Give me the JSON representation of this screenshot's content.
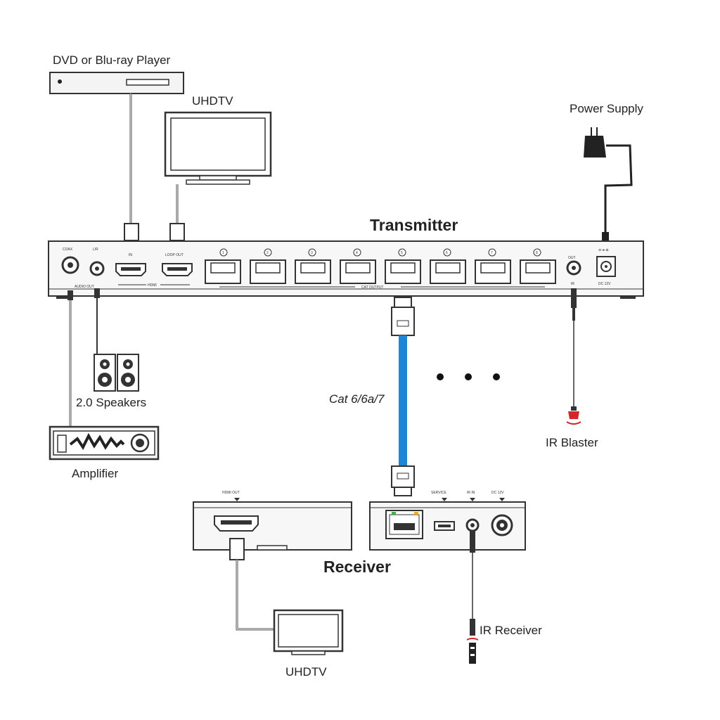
{
  "labels": {
    "dvd_player": "DVD or Blu-ray Player",
    "uhdtv_top": "UHDTV",
    "power_supply": "Power Supply",
    "transmitter": "Transmitter",
    "speakers": "2.0 Speakers",
    "amplifier": "Amplifier",
    "cable": "Cat 6/6a/7",
    "ir_blaster": "IR Blaster",
    "receiver": "Receiver",
    "ir_receiver": "IR Receiver",
    "uhdtv_bottom": "UHDTV"
  },
  "transmitter_ports": {
    "coax": "COAX",
    "lr": "L/R",
    "audio_out": "AUDIO OUT",
    "hdmi_in": "IN",
    "hdmi_loop": "LOOP OUT",
    "hdmi_group": "HDMI",
    "cat_group": "CAT OUTPUT",
    "cat_numbers": [
      "1",
      "2",
      "3",
      "4",
      "5",
      "6",
      "7",
      "8"
    ],
    "ir_out": "OUT",
    "ir": "IR",
    "dc": "DC 12V"
  },
  "receiver_ports": {
    "hdmi_out": "HDMI OUT",
    "service": "SERVICE",
    "ir_in": "IR IN",
    "dc": "DC 12V"
  },
  "colors": {
    "cat_cable": "#1f86d6",
    "ir_red": "#d4262c",
    "line": "#333333"
  },
  "continuation": "• • •"
}
